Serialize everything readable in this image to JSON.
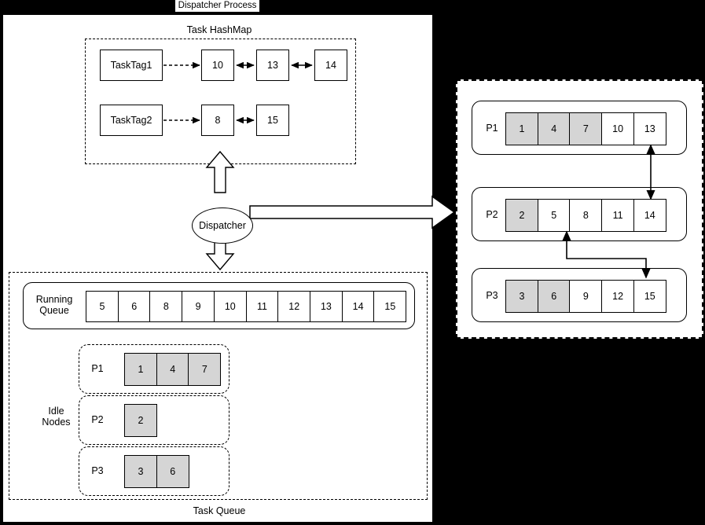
{
  "title": "Dispatcher Process",
  "left_panel": {
    "hashmap": {
      "label": "Task HashMap",
      "rows": [
        {
          "tag": "TaskTag1",
          "nodes": [
            "10",
            "13",
            "14"
          ]
        },
        {
          "tag": "TaskTag2",
          "nodes": [
            "8",
            "15"
          ]
        }
      ]
    },
    "dispatcher_label": "Dispatcher",
    "task_queue": {
      "label": "Task Queue",
      "running_queue": {
        "label": "Running\nQueue",
        "label_line1": "Running",
        "label_line2": "Queue",
        "cells": [
          "5",
          "6",
          "8",
          "9",
          "10",
          "11",
          "12",
          "13",
          "14",
          "15"
        ]
      },
      "idle_nodes": {
        "label_line1": "Idle",
        "label_line2": "Nodes",
        "rows": [
          {
            "name": "P1",
            "cells": [
              "1",
              "4",
              "7"
            ]
          },
          {
            "name": "P2",
            "cells": [
              "2"
            ]
          },
          {
            "name": "P3",
            "cells": [
              "3",
              "6"
            ]
          }
        ]
      }
    }
  },
  "right_panel": {
    "rows": [
      {
        "name": "P1",
        "cells": [
          {
            "value": "1",
            "shaded": true
          },
          {
            "value": "4",
            "shaded": true
          },
          {
            "value": "7",
            "shaded": true
          },
          {
            "value": "10",
            "shaded": false
          },
          {
            "value": "13",
            "shaded": false
          }
        ]
      },
      {
        "name": "P2",
        "cells": [
          {
            "value": "2",
            "shaded": true
          },
          {
            "value": "5",
            "shaded": false
          },
          {
            "value": "8",
            "shaded": false
          },
          {
            "value": "11",
            "shaded": false
          },
          {
            "value": "14",
            "shaded": false
          }
        ]
      },
      {
        "name": "P3",
        "cells": [
          {
            "value": "3",
            "shaded": true
          },
          {
            "value": "6",
            "shaded": true
          },
          {
            "value": "9",
            "shaded": false
          },
          {
            "value": "12",
            "shaded": false
          },
          {
            "value": "15",
            "shaded": false
          }
        ]
      }
    ]
  },
  "colors": {
    "background": "#000000",
    "panel": "#ffffff",
    "shaded_cell": "#d5d5d5",
    "stroke": "#000000"
  }
}
